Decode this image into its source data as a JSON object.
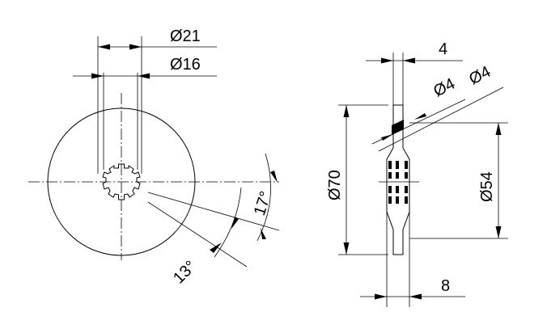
{
  "dimensions": {
    "dia_outer_front": "Ø21",
    "dia_inner_front": "Ø16",
    "angle_a": "17°",
    "angle_b": "13°",
    "thickness_top": "4",
    "hole_left": "Ø4",
    "hole_right": "Ø4",
    "dia_total": "Ø70",
    "dia_pitch": "Ø54",
    "width_bottom": "8"
  }
}
